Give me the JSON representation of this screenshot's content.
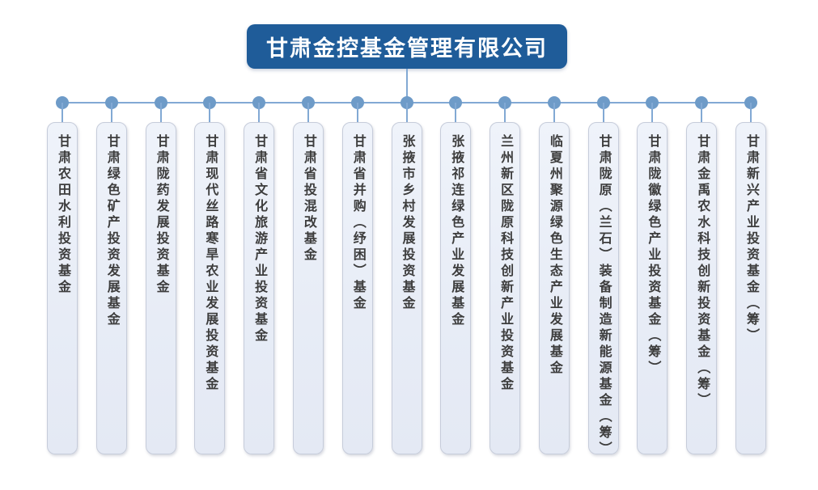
{
  "title": {
    "label": "甘肃金控基金管理有限公司"
  },
  "funds": [
    {
      "label": "甘肃农田水利投资基金"
    },
    {
      "label": "甘肃绿色矿产投资发展基金"
    },
    {
      "label": "甘肃陇药发展投资基金"
    },
    {
      "label": "甘肃现代丝路寒旱农业发展投资基金"
    },
    {
      "label": "甘肃省文化旅游产业投资基金"
    },
    {
      "label": "甘肃省投混改基金"
    },
    {
      "label": "甘肃省并购（纾困）基金"
    },
    {
      "label": "张掖市乡村发展投资基金"
    },
    {
      "label": "张掖祁连绿色产业发展基金"
    },
    {
      "label": "兰州新区陇原科技创新产业投资基金"
    },
    {
      "label": "临夏州聚源绿色生态产业发展基金"
    },
    {
      "label": "甘肃陇原（兰石）装备制造新能源基金（筹）"
    },
    {
      "label": "甘肃陇徽绿色产业投资基金（筹）"
    },
    {
      "label": "甘肃金禹农水科技创新投资基金（筹）"
    },
    {
      "label": "甘肃新兴产业投资基金（筹）"
    }
  ],
  "colors": {
    "root_fill": "#1F5C99",
    "root_text": "#FFFFFF",
    "connector": "#82A9D4",
    "dot": "#6E9BC8",
    "node_fill": "#E9EEF7",
    "node_border": "#C6CCDA",
    "node_text": "#3D3D3D"
  }
}
